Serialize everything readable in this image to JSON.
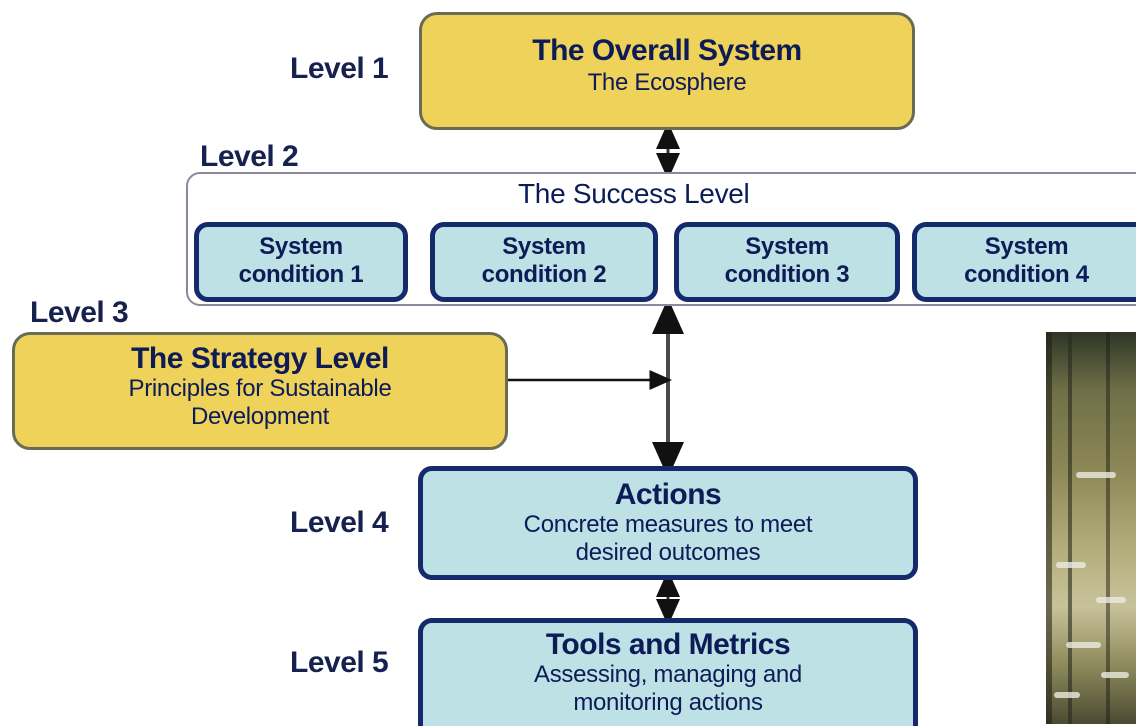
{
  "levels": {
    "l1": "Level 1",
    "l2": "Level 2",
    "l3": "Level 3",
    "l4": "Level 4",
    "l5": "Level 5"
  },
  "overall_system": {
    "title": "The Overall System",
    "subtitle": "The Ecosphere"
  },
  "success_level": {
    "title": "The Success Level",
    "conditions": [
      {
        "line1": "System",
        "line2": "condition 1"
      },
      {
        "line1": "System",
        "line2": "condition 2"
      },
      {
        "line1": "System",
        "line2": "condition 3"
      },
      {
        "line1": "System",
        "line2": "condition 4"
      }
    ]
  },
  "strategy_level": {
    "title": "The Strategy Level",
    "line1": "Principles for Sustainable",
    "line2": "Development"
  },
  "actions": {
    "title": "Actions",
    "line1": "Concrete measures to meet",
    "line2": "desired outcomes"
  },
  "tools": {
    "title": "Tools and Metrics",
    "line1": "Assessing, managing and",
    "line2": "monitoring actions"
  },
  "colors": {
    "yellow_box": "#efd25a",
    "blue_box": "#bde1e5",
    "border_dark": "#152a6b"
  }
}
